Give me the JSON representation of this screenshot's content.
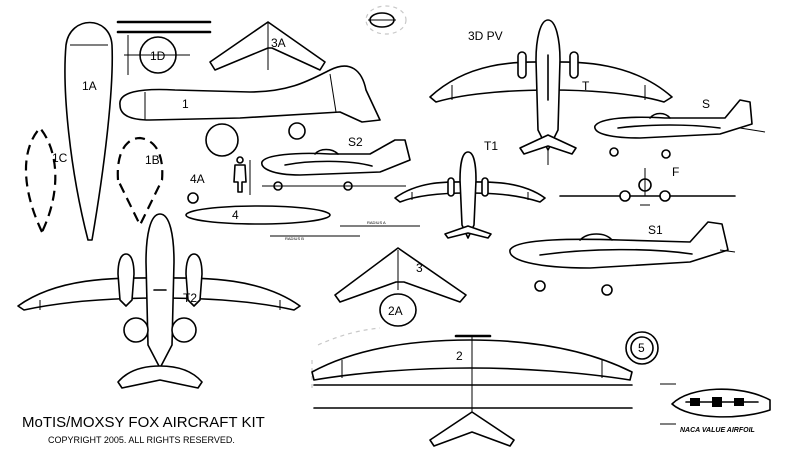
{
  "title": "MoTIS/MOXSY FOX AIRCRAFT KIT",
  "copyright": "COPYRIGHT 2005. ALL RIGHTS RESERVED.",
  "labels": {
    "p1A": "1A",
    "p1D": "1D",
    "p3A": "3A",
    "p1": "1",
    "p1C": "1C",
    "p1B": "1B",
    "p4A": "4A",
    "p4": "4",
    "pS2": "S2",
    "p3DPV": "3D PV",
    "pT": "T",
    "pS": "S",
    "pT1": "T1",
    "pF": "F",
    "pS1": "S1",
    "p3": "3",
    "p2A": "2A",
    "pT2": "T2",
    "p2": "2",
    "p5": "5"
  },
  "small_marks": {
    "radius_a": "RADIUS A",
    "radius_b": "RADIUS B"
  },
  "airfoil_caption": "NACA VALUE AIRFOIL"
}
